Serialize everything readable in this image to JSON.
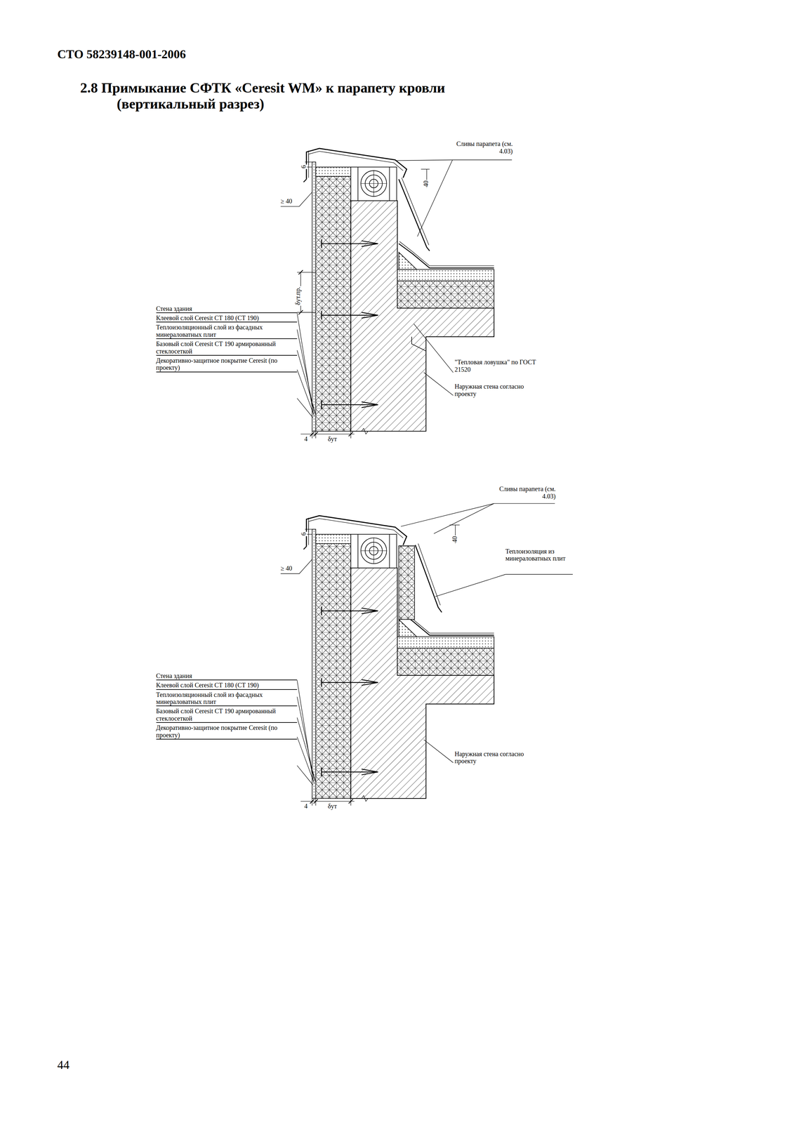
{
  "diagram": {
    "title": "2.8 Примыкание СФТК «Ceresit WM» к парапету кровли (вертикальный разрез)",
    "labels": [
      "СТО 58239148-001-2006",
      "44",
      "Сливы парапета (см. 4.03)",
      "6",
      "40",
      "≥ 40",
      "δут.пр.",
      "Стена здания",
      "Клеевой слой Ceresit CT 180 (CT 190)",
      "Теплоизоляционный слой из фасадных минераловатных плит",
      "Базовый слой Ceresit CT 190 армированный стеклосеткой",
      "Декоративно-защитное покрытие Ceresit (по проекту)",
      "\"Тепловая ловушка\" по ГОСТ 21520",
      "Наружная стена согласно проекту",
      "4",
      "δут",
      "Сливы парапета (см. 4.03)",
      "6",
      "40",
      "≥ 40",
      "Теплоизоляция из минераловатных плит",
      "Стена здания",
      "Клеевой слой Ceresit CT 180 (CT 190)",
      "Теплоизоляционный слой из фасадных минераловатных плит",
      "Базовый слой Ceresit CT 190 армированный стеклосеткой",
      "Декоративно-защитное покрытие Ceresit (по проекту)",
      "Наружная стена согласно проекту",
      "4",
      "δут"
    ]
  }
}
